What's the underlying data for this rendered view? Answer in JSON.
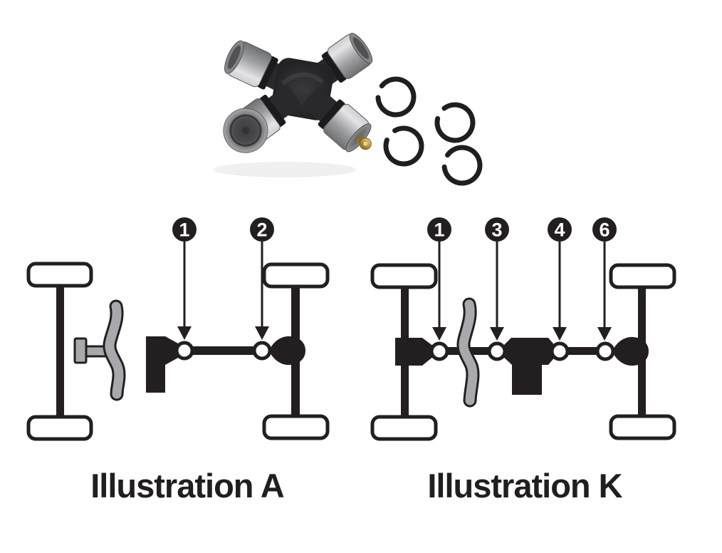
{
  "colors": {
    "background": "#ffffff",
    "diagram_black": "#231f20",
    "machine_gray": "#a9a9ad",
    "ring_black": "#1f1f21",
    "cap_metal_light": "#d8d8da",
    "cap_metal_dark": "#6f7072",
    "joint_body": "#29292b",
    "brass": "#c2a14d"
  },
  "photo": {
    "items": [
      "universal-joint-cross",
      "bearing-cap",
      "snap-ring",
      "grease-fitting"
    ]
  },
  "illustration_a": {
    "caption": "Illustration A",
    "callouts": [
      "1",
      "2"
    ]
  },
  "illustration_k": {
    "caption": "Illustration K",
    "callouts": [
      "1",
      "3",
      "4",
      "6"
    ]
  }
}
